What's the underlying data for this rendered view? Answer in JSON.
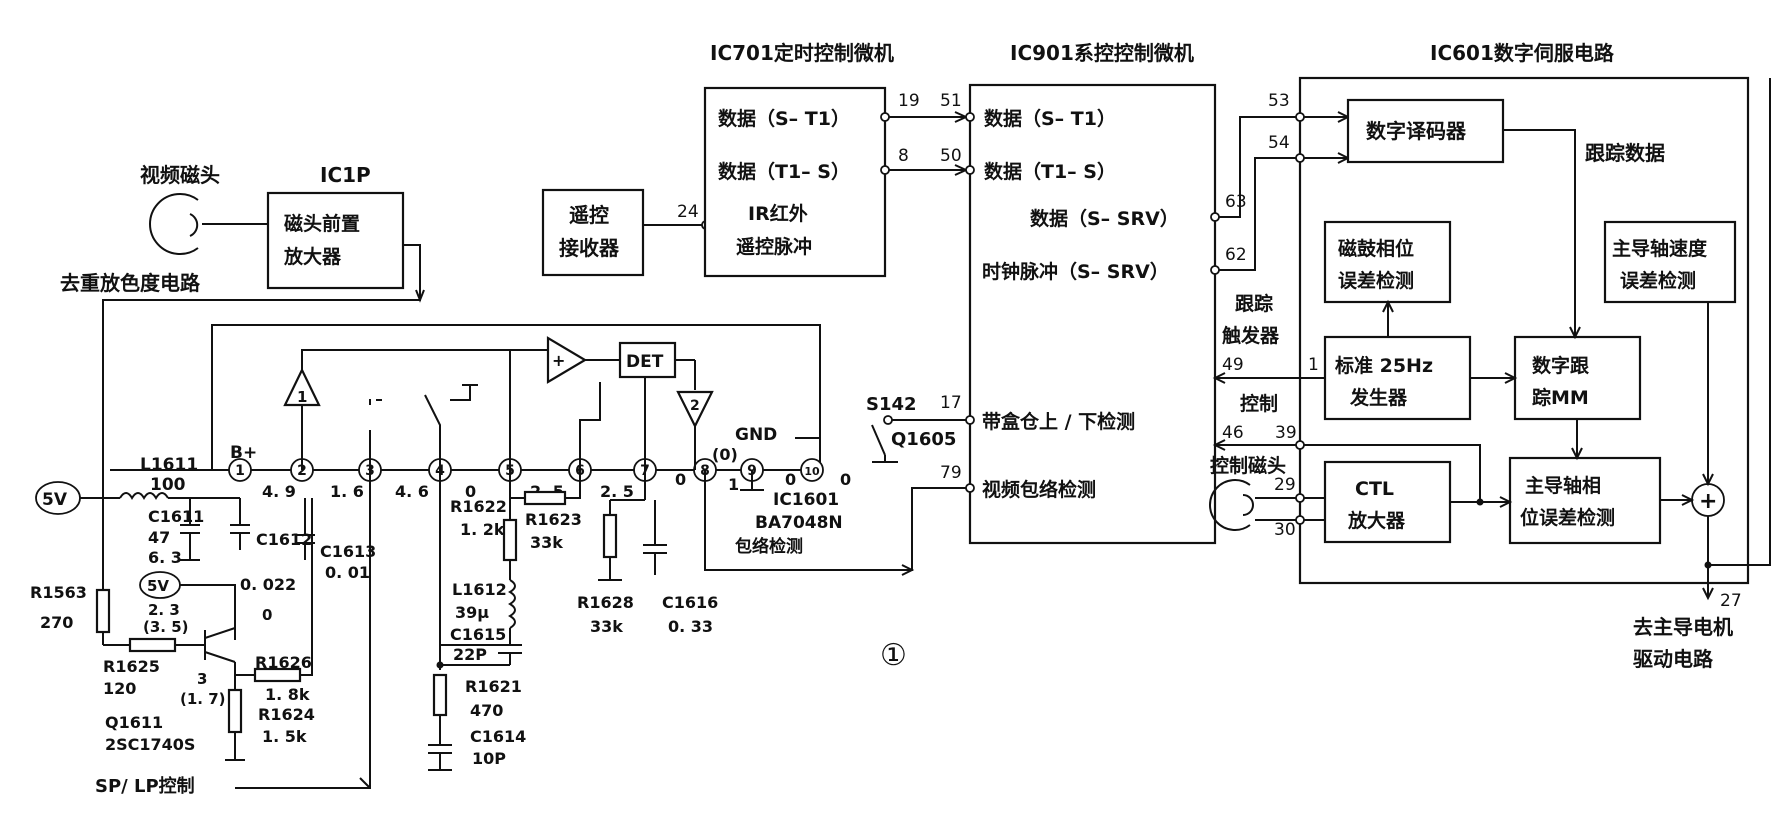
{
  "blocks": {
    "ic701_title": "IC701定时控制微机",
    "ic901_title": "IC901系控控制微机",
    "ic601_title": "IC601数字伺服电路",
    "ic1p_title": "IC1P",
    "video_head": "视频磁头",
    "head_amp_l1": "磁头前置",
    "head_amp_l2": "放大器",
    "deemph": "去重放色度电路",
    "remote_l1": "遥控",
    "remote_l2": "接收器",
    "ir_l1": "IR红外",
    "ir_l2": "遥控脉冲",
    "data_s_t1": "数据（S– T1）",
    "data_t1_s": "数据（T1– S）",
    "data_s_t1_b": "数据（S– T1）",
    "data_t1_s_b": "数据（T1– S）",
    "data_s_srv": "数据（S– SRV）",
    "clk_s_srv": "时钟脉冲（S– SRV）",
    "cassette_det": "带盒仓上 / 下检测",
    "env_det": "视频包络检测",
    "decoder": "数字译码器",
    "tracking_data": "跟踪数据",
    "drum_l1": "磁鼓相位",
    "drum_l2": "误差检测",
    "capstan_speed_l1": "主导轴速度",
    "capstan_speed_l2": "误差检测",
    "std25_l1": "标准 25Hz",
    "std25_l2": "发生器",
    "dtrack_l1": "数字跟",
    "dtrack_l2": "踪MM",
    "ctl_l1": "CTL",
    "ctl_l2": "放大器",
    "capstan_phase_l1": "主导轴相",
    "capstan_phase_l2": "位误差检测",
    "trk_trig_l1": "跟踪",
    "trk_trig_l2": "触发器",
    "control": "控制",
    "control_head": "控制磁头",
    "to_motor_l1": "去主导电机",
    "to_motor_l2": "驱动电路",
    "fig_no": "①",
    "sum": "+"
  },
  "pins": {
    "p19": "19",
    "p8": "8",
    "p51": "51",
    "p50": "50",
    "p24": "24",
    "p63": "63",
    "p62": "62",
    "p53": "53",
    "p54": "54",
    "p17": "17",
    "p79": "79",
    "p49": "49",
    "p1": "1",
    "p46": "46",
    "p39": "39",
    "p29": "29",
    "p30": "30",
    "p27": "27"
  },
  "circuit": {
    "five_v": "5V",
    "five_v_small": "5V",
    "b_plus": "B+",
    "l1611": "L1611",
    "l1611_v": "100",
    "c1611": "C1611",
    "c1611_v1": "47",
    "c1611_v2": "6. 3",
    "c1612": "C1612",
    "c1612_v": "0. 022",
    "c1613": "C1613",
    "c1613_v": "0. 01",
    "r1563": "R1563",
    "r1563_v": "270",
    "r1625": "R1625",
    "r1625_v": "120",
    "q1611": "Q1611",
    "q1611_t": "2SC1740S",
    "r1626": "R1626",
    "r1626_v": "1. 8k",
    "r1624": "R1624",
    "r1624_v": "1. 5k",
    "sp_lp": "SP/ LP控制",
    "r1622": "R1622",
    "r1622_v": "1. 2k",
    "r1623": "R1623",
    "r1623_v": "33k",
    "l1612": "L1612",
    "l1612_v": "39μ",
    "c1615": "C1615",
    "c1615_v": "22P",
    "r1621": "R1621",
    "r1621_v": "470",
    "c1614": "C1614",
    "c1614_v": "10P",
    "r1628": "R1628",
    "r1628_v": "33k",
    "c1616": "C1616",
    "c1616_v": "0. 33",
    "ic1601": "IC1601",
    "ic1601_t": "BA7048N",
    "ic1601_f": "包络检测",
    "det": "DET",
    "gnd": "GND",
    "s142": "S142",
    "q1605": "Q1605",
    "v_49": "4. 9",
    "v_16": "1. 6",
    "v_46": "4. 6",
    "v_0a": "0",
    "v_25a": "2. 5",
    "v_25b": "2. 5",
    "v_0b": "0",
    "v_1": "1",
    "v_0c": "0",
    "v_0d": "0",
    "v_0p": "(0)",
    "q_23": "2. 3",
    "q_35": "(3. 5)",
    "q_3": "3",
    "q_17": "(1. 7)",
    "q_0": "0",
    "amp1": "1",
    "amp2": "2",
    "opplus": "+"
  },
  "ic_pins": [
    "1",
    "2",
    "3",
    "4",
    "5",
    "6",
    "7",
    "8",
    "9",
    "10"
  ]
}
